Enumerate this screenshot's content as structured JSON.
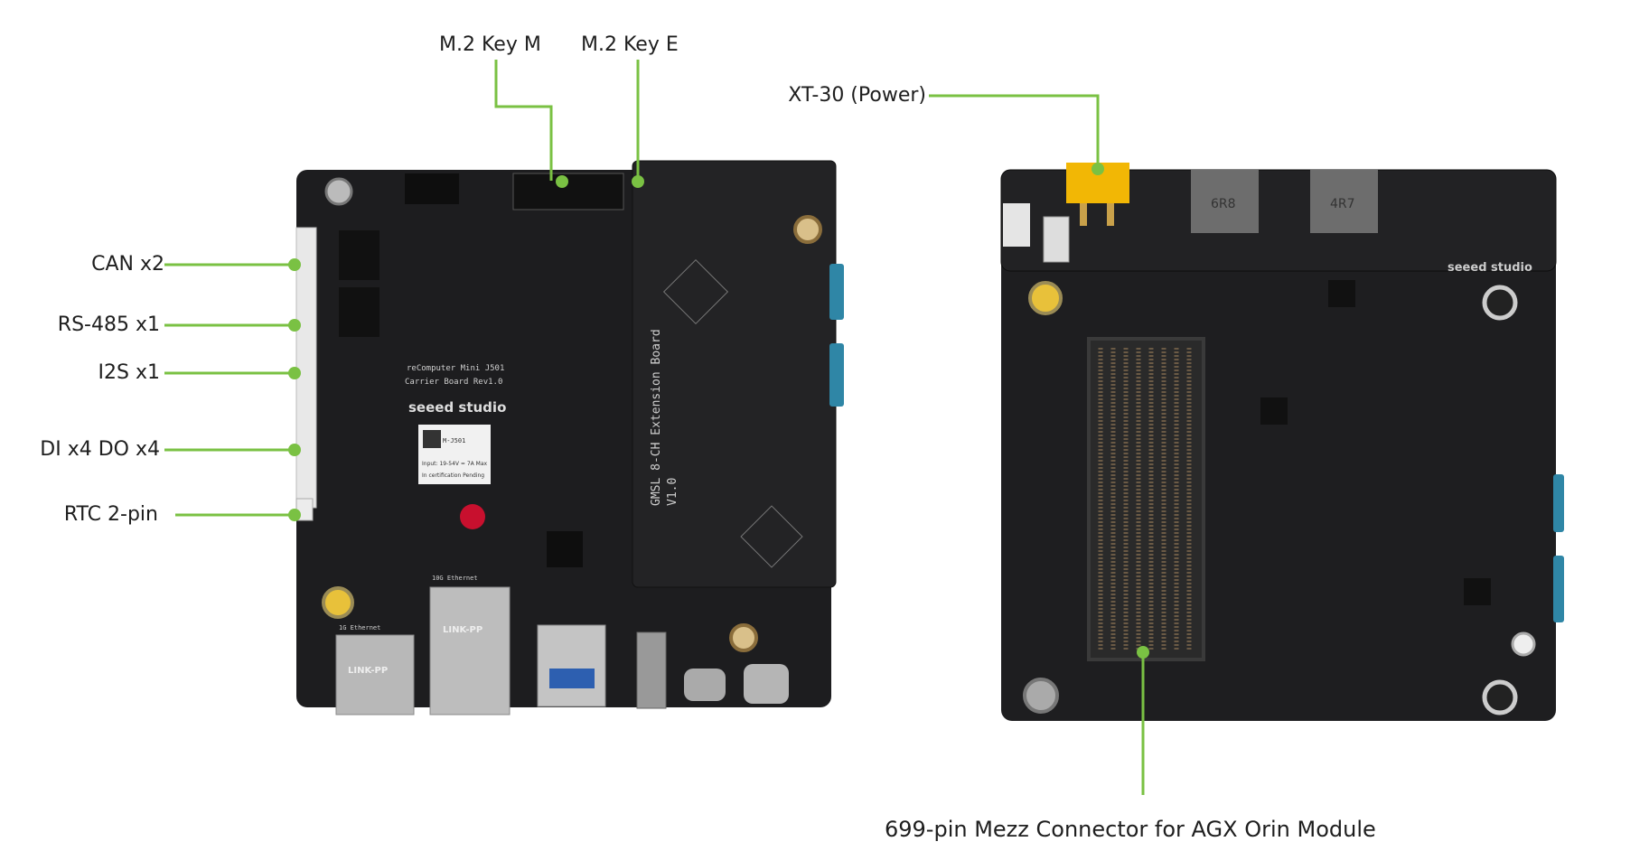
{
  "callouts": {
    "m2_key_m": "M.2 Key M",
    "m2_key_e": "M.2 Key E",
    "xt30": "XT-30 (Power)",
    "can": "CAN x2",
    "rs485": "RS-485 x1",
    "i2s": "I2S x1",
    "dio": "DI x4 DO x4",
    "rtc": "RTC 2-pin",
    "mezz": "699-pin Mezz Connector for AGX Orin Module"
  },
  "silkscreen": {
    "brand": "seeed studio",
    "carrier_line1": "reComputer Mini J501",
    "carrier_line2": "Carrier Board Rev1.0",
    "gmsl_line1": "GMSL 8-CH Extension Board",
    "gmsl_line2": "V1.0",
    "eth_1g": "1G Ethernet",
    "eth_10g": "10G Ethernet",
    "link_pp": "LINK-PP",
    "label_model": "M-J501",
    "label_input": "Input: 19-54V = 7A Max",
    "label_cert": "In certification Pending",
    "inductor1": "6R8",
    "inductor2": "4R7"
  },
  "colors": {
    "accent": "#7ac143",
    "pcb": "#1d1d1f",
    "connector_blue": "#2f86a6",
    "xt30_yellow": "#f2b705"
  }
}
